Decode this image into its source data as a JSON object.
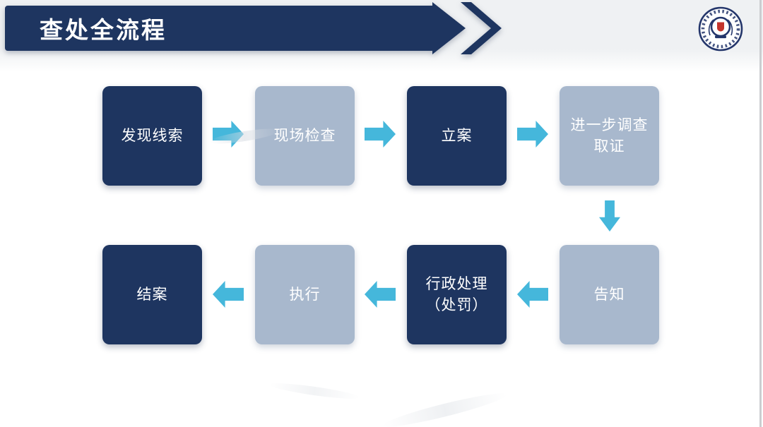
{
  "slide": {
    "header": {
      "title": "查处全流程",
      "bar_color": "#1e3560",
      "band_color": "#eff1f3",
      "chevron_color": "#1e3560",
      "logo_icon": "police-agency-emblem",
      "logo_emblem_color": "#c3342b",
      "logo_ring_color": "#24366b"
    },
    "flow": {
      "box_dark_color": "#1e3560",
      "box_light_color": "#a8b8cd",
      "arrow_color": "#45b7db",
      "label_color": "#ffffff",
      "boxes": [
        {
          "label": "发现线索",
          "variant": "dark"
        },
        {
          "label": "现场检查",
          "variant": "light"
        },
        {
          "label": "立案",
          "variant": "dark"
        },
        {
          "label": "进一步调查\n取证",
          "variant": "light"
        },
        {
          "label": "告知",
          "variant": "light"
        },
        {
          "label": "行政处理\n（处罚）",
          "variant": "dark"
        },
        {
          "label": "执行",
          "variant": "light"
        },
        {
          "label": "结案",
          "variant": "dark"
        }
      ],
      "arrows": [
        "right",
        "right",
        "right",
        "down",
        "left",
        "left",
        "left"
      ]
    }
  }
}
